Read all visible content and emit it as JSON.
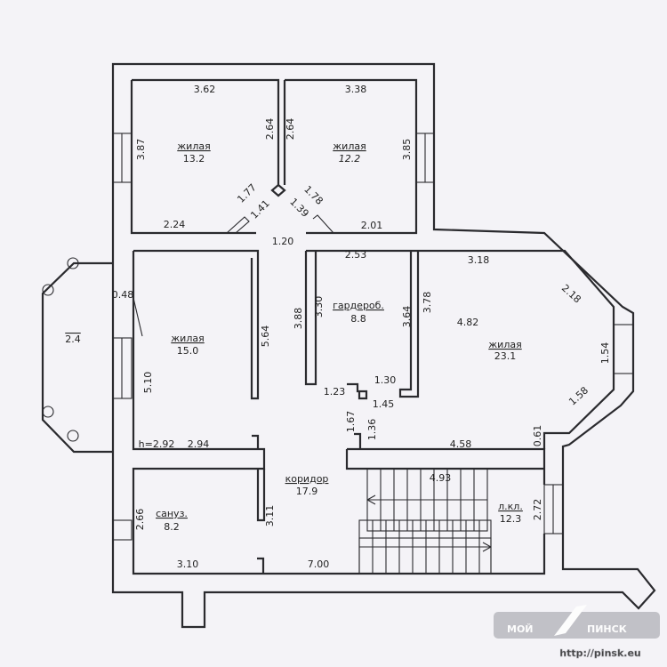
{
  "rooms": {
    "bed1": {
      "name": "жилая",
      "area": "13.2"
    },
    "bed2": {
      "name": "жилая",
      "area": "12.2"
    },
    "living_left": {
      "name": "жилая",
      "area": "15.0"
    },
    "wardrobe": {
      "name": "гардероб.",
      "area": "8.8"
    },
    "living_right": {
      "name": "жилая",
      "area": "23.1"
    },
    "corridor": {
      "name": "коридор",
      "area": "17.9"
    },
    "bathroom": {
      "name": "сануз.",
      "area": "8.2"
    },
    "stairs": {
      "name": "л.кл.",
      "area": "12.3"
    },
    "bay_left": {
      "area": "2.4"
    }
  },
  "dims": {
    "d362": "3.62",
    "d338": "3.38",
    "d264a": "2.64",
    "d264b": "2.64",
    "d387": "3.87",
    "d385": "3.85",
    "d177": "1.77",
    "d141": "1.41",
    "d178": "1.78",
    "d139": "1.39",
    "d224": "2.24",
    "d201": "2.01",
    "d120": "1.20",
    "d253": "2.53",
    "d318": "3.18",
    "d048": "0.48",
    "d564": "5.64",
    "d388": "3.88",
    "d330": "3.30",
    "d364": "3.64",
    "d378": "3.78",
    "d482": "4.82",
    "d218": "2.18",
    "d154": "1.54",
    "d158": "1.58",
    "d061": "0.61",
    "d510": "5.10",
    "d123": "1.23",
    "d130": "1.30",
    "d145": "1.45",
    "d167": "1.67",
    "d136": "1.36",
    "h292": "h=2.92",
    "d294": "2.94",
    "d458": "4.58",
    "d493": "4.93",
    "d266": "2.66",
    "d311": "3.11",
    "d272": "2.72",
    "d310": "3.10",
    "d700": "7.00"
  },
  "watermark": {
    "brand_left": "МОЙ",
    "brand_right": "ПИНСК",
    "url": "http://pinsk.eu"
  }
}
